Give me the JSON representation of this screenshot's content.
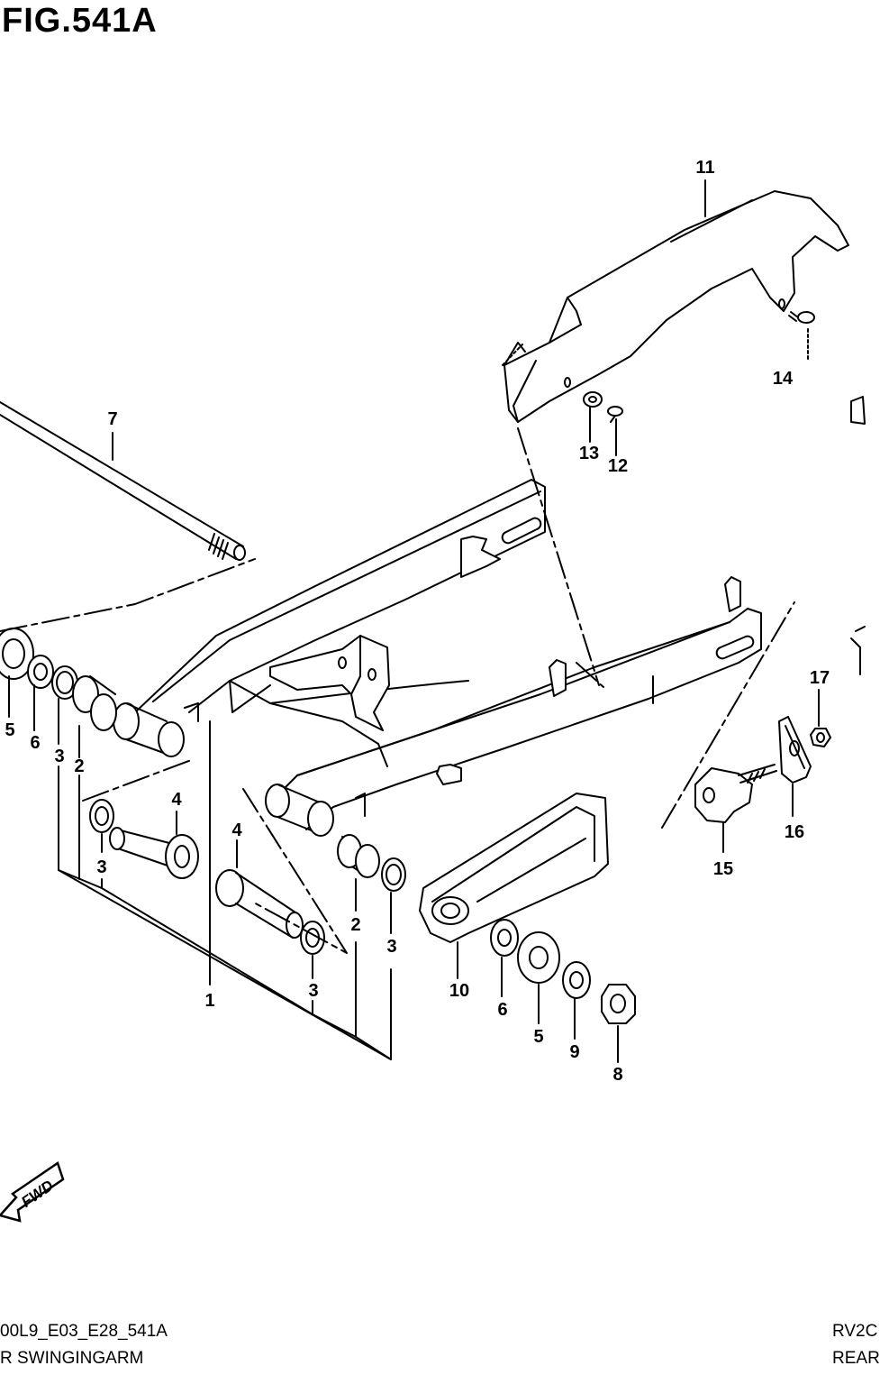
{
  "figure": {
    "title": "FIG.541A"
  },
  "callouts": [
    {
      "id": "c11",
      "label": "11"
    },
    {
      "id": "c14",
      "label": "14"
    },
    {
      "id": "c13",
      "label": "13"
    },
    {
      "id": "c12",
      "label": "12"
    },
    {
      "id": "c7",
      "label": "7"
    },
    {
      "id": "c17",
      "label": "17"
    },
    {
      "id": "c16",
      "label": "16"
    },
    {
      "id": "c15",
      "label": "15"
    },
    {
      "id": "c5a",
      "label": "5"
    },
    {
      "id": "c6a",
      "label": "6"
    },
    {
      "id": "c3a",
      "label": "3"
    },
    {
      "id": "c2a",
      "label": "2"
    },
    {
      "id": "c4a",
      "label": "4"
    },
    {
      "id": "c3b",
      "label": "3"
    },
    {
      "id": "c4b",
      "label": "4"
    },
    {
      "id": "c2b",
      "label": "2"
    },
    {
      "id": "c3c",
      "label": "3"
    },
    {
      "id": "c3d",
      "label": "3"
    },
    {
      "id": "c1",
      "label": "1"
    },
    {
      "id": "c10",
      "label": "10"
    },
    {
      "id": "c6b",
      "label": "6"
    },
    {
      "id": "c5b",
      "label": "5"
    },
    {
      "id": "c9",
      "label": "9"
    },
    {
      "id": "c8",
      "label": "8"
    }
  ],
  "fwd_label": "FWD",
  "footer": {
    "code_left": "00L9_E03_E28_541A",
    "name_left": "R SWINGINGARM",
    "code_right": "RV2C",
    "name_right": "REAR"
  },
  "icons": {
    "fwd_arrow": "forward-arrow-icon"
  }
}
